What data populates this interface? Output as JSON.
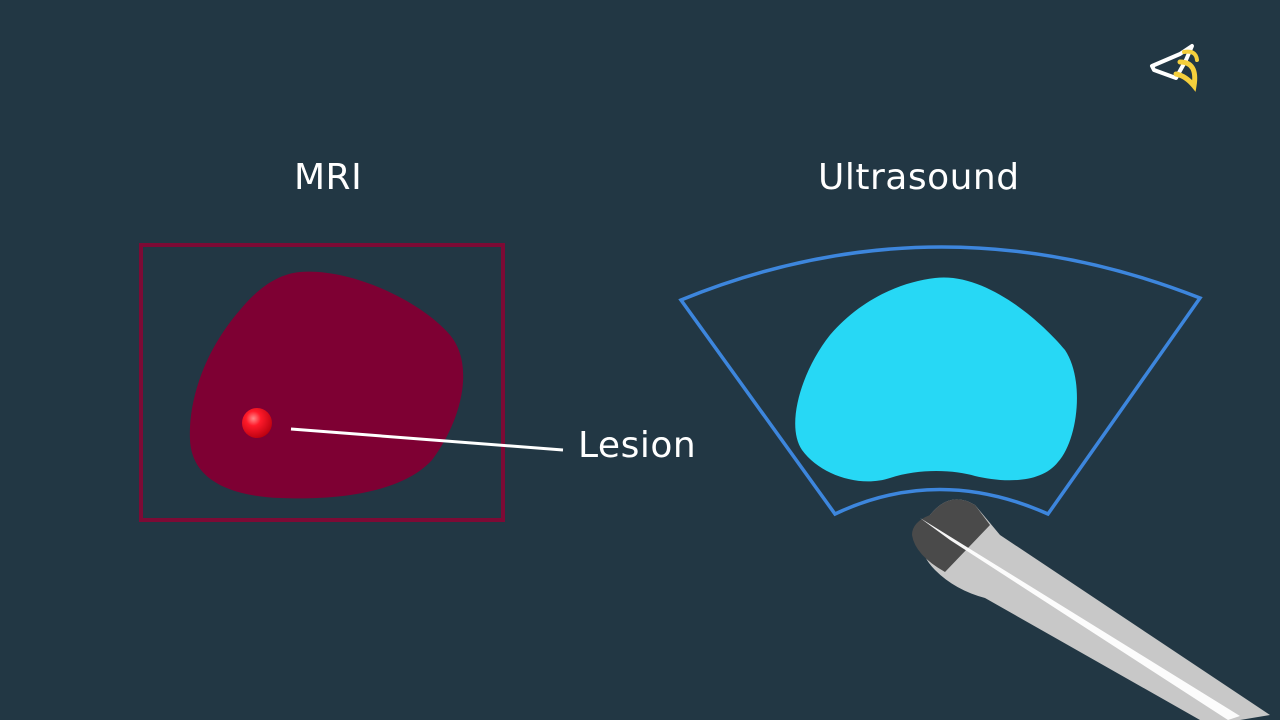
{
  "panels": {
    "mri": {
      "title": "MRI"
    },
    "ultrasound": {
      "title": "Ultrasound"
    }
  },
  "annotation": {
    "lesion_label": "Lesion"
  },
  "colors": {
    "background": "#223744",
    "mri_frame": "#7d0a35",
    "mri_organ": "#7e0033",
    "lesion": "#ff1a2a",
    "ultrasound_frame": "#3d86dd",
    "ultrasound_organ": "#27d8f5",
    "probe_body": "#c8c8c8",
    "probe_tip": "#4a4a4a",
    "logo_white": "#ffffff",
    "logo_yellow": "#f5cf3c"
  },
  "icons": {
    "logo": "brand-logo-icon",
    "probe": "ultrasound-probe-icon"
  }
}
